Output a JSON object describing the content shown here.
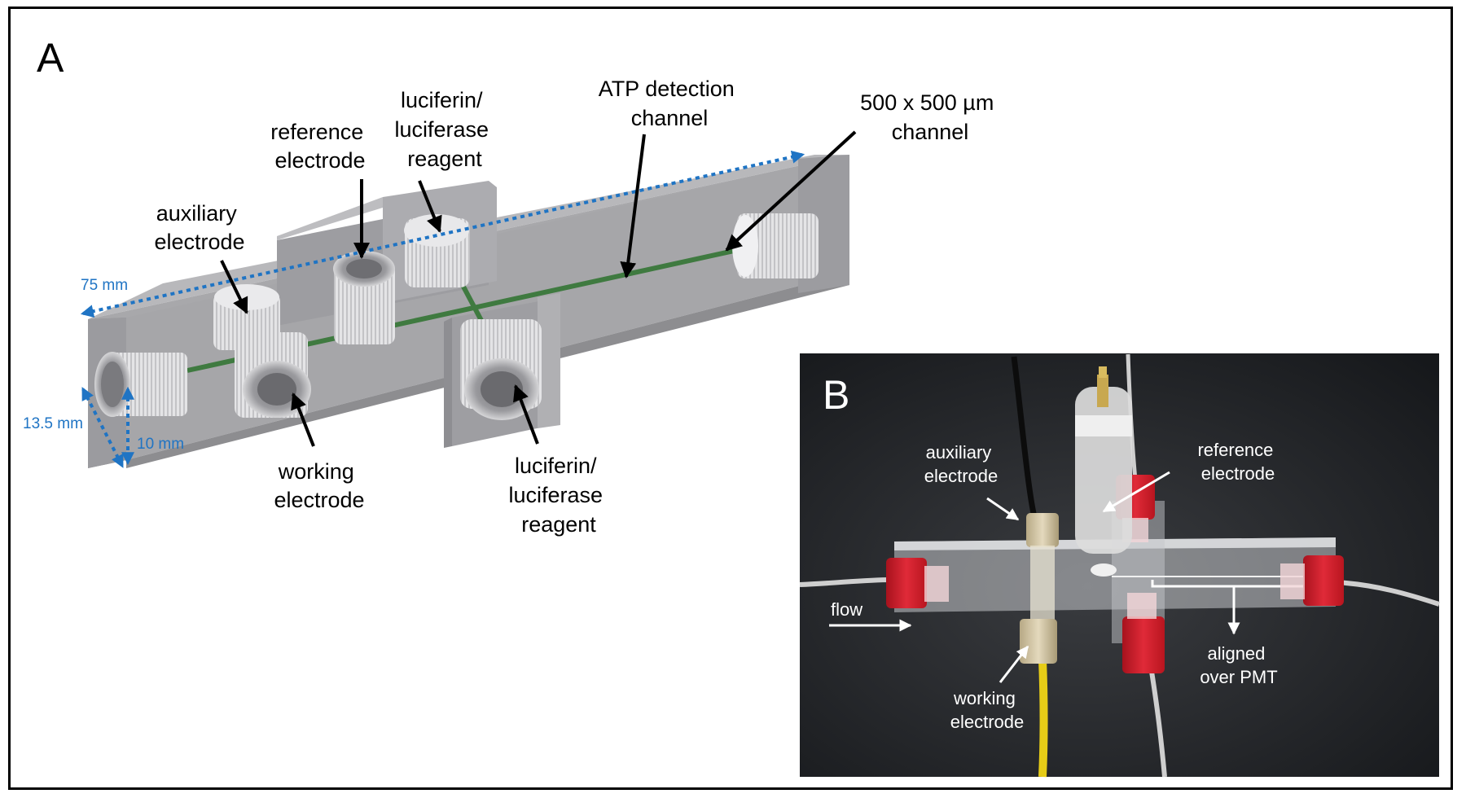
{
  "colors": {
    "dimension_blue": "#1f74c4",
    "channel_green": "#3f7a40",
    "chip_gray": "#a9a9ab",
    "photo_bg": "#1d1f22",
    "fitting_red": "#d21f2e"
  },
  "panel_a": {
    "letter": "A",
    "labels": {
      "reference_electrode": [
        "reference",
        "electrode"
      ],
      "luciferin_top": [
        "luciferin/",
        "luciferase",
        "reagent"
      ],
      "atp_channel": [
        "ATP detection",
        "channel"
      ],
      "size_channel": [
        "500 x 500 µm",
        "channel"
      ],
      "auxiliary_electrode": [
        "auxiliary",
        "electrode"
      ],
      "working_electrode": [
        "working",
        "electrode"
      ],
      "luciferin_bottom": [
        "luciferin/",
        "luciferase",
        "reagent"
      ]
    },
    "dimensions": {
      "length": "75 mm",
      "height": "13.5 mm",
      "width": "10 mm"
    }
  },
  "panel_b": {
    "letter": "B",
    "labels": {
      "auxiliary_electrode": [
        "auxiliary",
        "electrode"
      ],
      "reference_electrode": [
        "reference",
        "electrode"
      ],
      "flow": "flow",
      "aligned_pmt": [
        "aligned",
        "over PMT"
      ],
      "working_electrode": [
        "working",
        "electrode"
      ]
    }
  }
}
